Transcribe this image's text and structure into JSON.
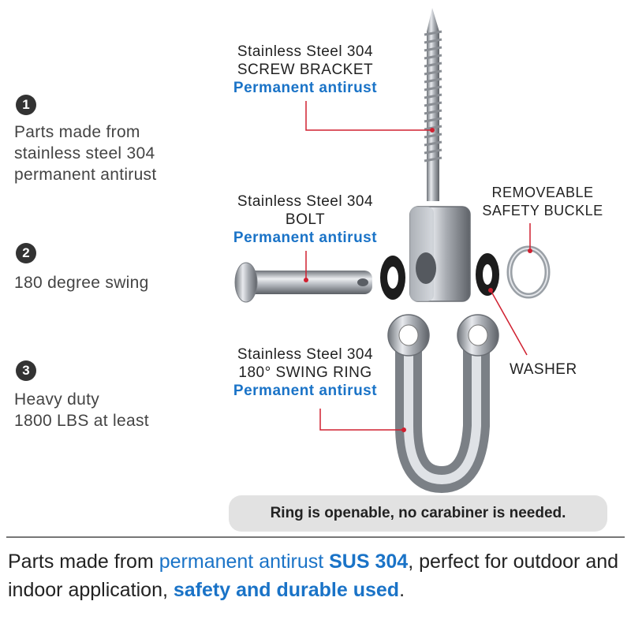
{
  "features": [
    {
      "num": "1",
      "lines": [
        "Parts made from",
        "stainless steel 304",
        "permanent antirust"
      ]
    },
    {
      "num": "2",
      "lines": [
        "180 degree swing"
      ]
    },
    {
      "num": "3",
      "lines": [
        "Heavy duty",
        "1800 LBS at least"
      ]
    }
  ],
  "callouts": {
    "screw": {
      "line1": "Stainless Steel 304",
      "line2": "SCREW BRACKET",
      "line3": "Permanent antirust"
    },
    "bolt": {
      "line1": "Stainless Steel 304",
      "line2": "BOLT",
      "line3": "Permanent antirust"
    },
    "ring": {
      "line1": "Stainless Steel 304",
      "line2": "180° SWING  RING",
      "line3": "Permanent antirust"
    },
    "buckle": {
      "line1": "REMOVEABLE",
      "line2": "SAFETY BUCKLE"
    },
    "washer": "WASHER"
  },
  "note": "Ring is openable, no carabiner is needed.",
  "tagline": {
    "part1": "Parts made from ",
    "part2": "permanent antirust",
    "part3": " SUS 304",
    "part4": ", perfect for outdoor and indoor application, ",
    "part5": "safety and durable used",
    "part6": "."
  },
  "colors": {
    "accent": "#1a73c7",
    "leader": "#d02030",
    "steel": "#b8bcc2"
  }
}
